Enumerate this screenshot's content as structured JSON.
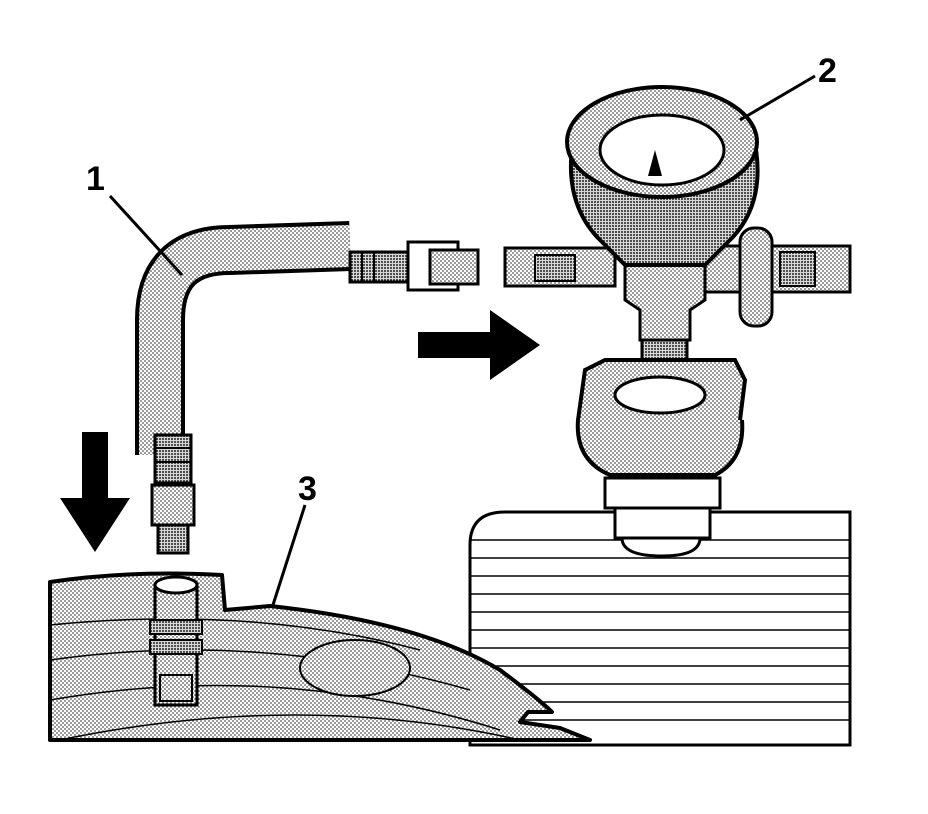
{
  "callouts": [
    {
      "id": "1",
      "label": "1"
    },
    {
      "id": "2",
      "label": "2"
    },
    {
      "id": "3",
      "label": "3"
    }
  ],
  "colors": {
    "ink": "#000000",
    "paper": "#ffffff",
    "stipple": "#9a9a9a"
  }
}
